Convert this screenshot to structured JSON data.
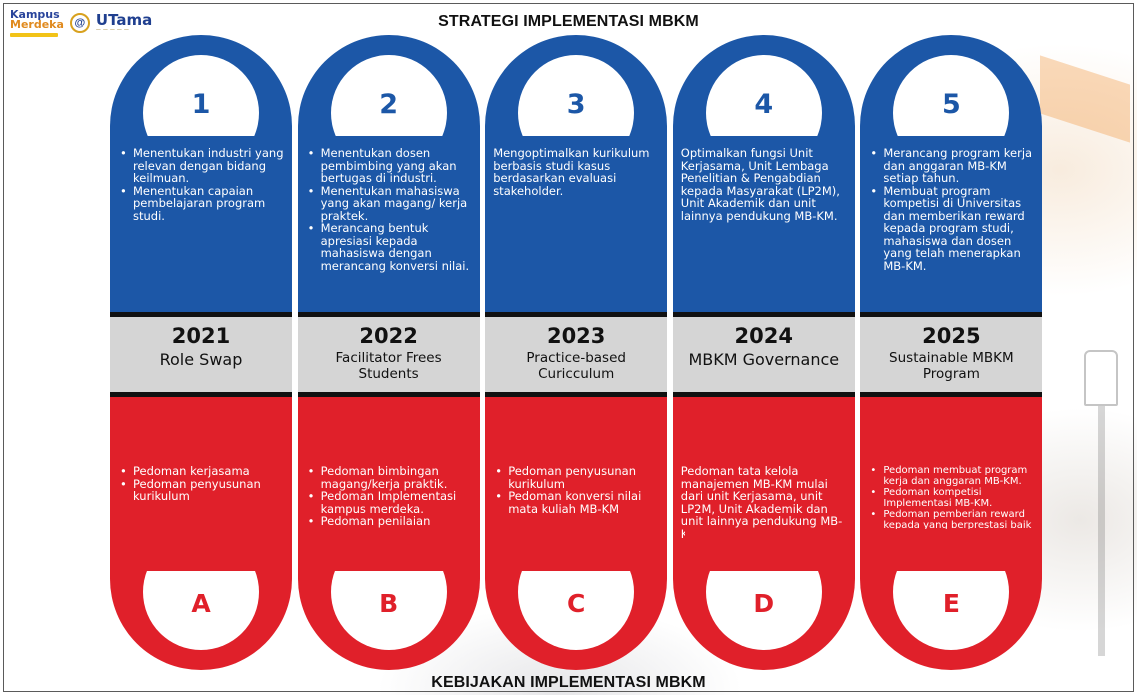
{
  "header": {
    "title": "STRATEGI IMPLEMENTASI MBKM",
    "logo_kampus": "Kampus",
    "logo_merdeka": "Merdeka",
    "logo_utama": "UTama"
  },
  "footer": {
    "title": "KEBIJAKAN IMPLEMENTASI MBKM"
  },
  "columns": [
    {
      "number": "1",
      "strategy_bullets": [
        "Menentukan industri yang relevan dengan bidang keilmuan.",
        "Menentukan capaian pembelajaran program studi."
      ],
      "year": "2021",
      "theme": "Role Swap",
      "policy_bullets": [
        "Pedoman kerjasama",
        "Pedoman penyusunan kurikulum"
      ],
      "letter": "A"
    },
    {
      "number": "2",
      "strategy_bullets": [
        "Menentukan dosen pembimbing yang akan bertugas di industri.",
        "Menentukan mahasiswa yang akan magang/ kerja praktek.",
        "Merancang bentuk apresiasi kepada mahasiswa dengan merancang konversi nilai."
      ],
      "year": "2022",
      "theme": "Facilitator Frees Students",
      "policy_bullets": [
        "Pedoman bimbingan magang/kerja praktik.",
        "Pedoman Implementasi kampus merdeka.",
        "Pedoman penilaian program MB-KM"
      ],
      "letter": "B"
    },
    {
      "number": "3",
      "strategy_text": "Mengoptimalkan kurikulum berbasis studi kasus berdasarkan evaluasi stakeholder.",
      "year": "2023",
      "theme": "Practice-based Curicculum",
      "policy_bullets": [
        "Pedoman penyusunan kurikulum",
        "Pedoman konversi nilai mata kuliah MB-KM"
      ],
      "letter": "C"
    },
    {
      "number": "4",
      "strategy_text": "Optimalkan fungsi Unit Kerjasama, Unit Lembaga Penelitian & Pengabdian kepada Masyarakat (LP2M), Unit Akademik dan unit lainnya pendukung MB-KM.",
      "year": "2024",
      "theme": "MBKM Governance",
      "policy_text": "Pedoman tata kelola manajemen MB-KM mulai dari unit Kerjasama, unit LP2M, Unit Akademik dan unit lainnya pendukung MB-KM.",
      "letter": "D"
    },
    {
      "number": "5",
      "strategy_bullets": [
        "Merancang program kerja dan anggaran MB-KM setiap tahun.",
        "Membuat program kompetisi di Universitas dan memberikan reward kepada program studi, mahasiswa dan dosen yang telah menerapkan MB-KM."
      ],
      "year": "2025",
      "theme": "Sustainable MBKM Program",
      "policy_bullets": [
        "Pedoman membuat program kerja dan anggaran MB-KM.",
        "Pedoman kompetisi Implementasi MB-KM.",
        "Pedoman pemberian reward kepada yang berprestasi baik dosen, mahasiswa, program studi."
      ],
      "letter": "E"
    }
  ],
  "colors": {
    "blue": "#1c57a7",
    "red": "#e0202a",
    "gray": "#d5d5d5",
    "divider": "#111111"
  }
}
